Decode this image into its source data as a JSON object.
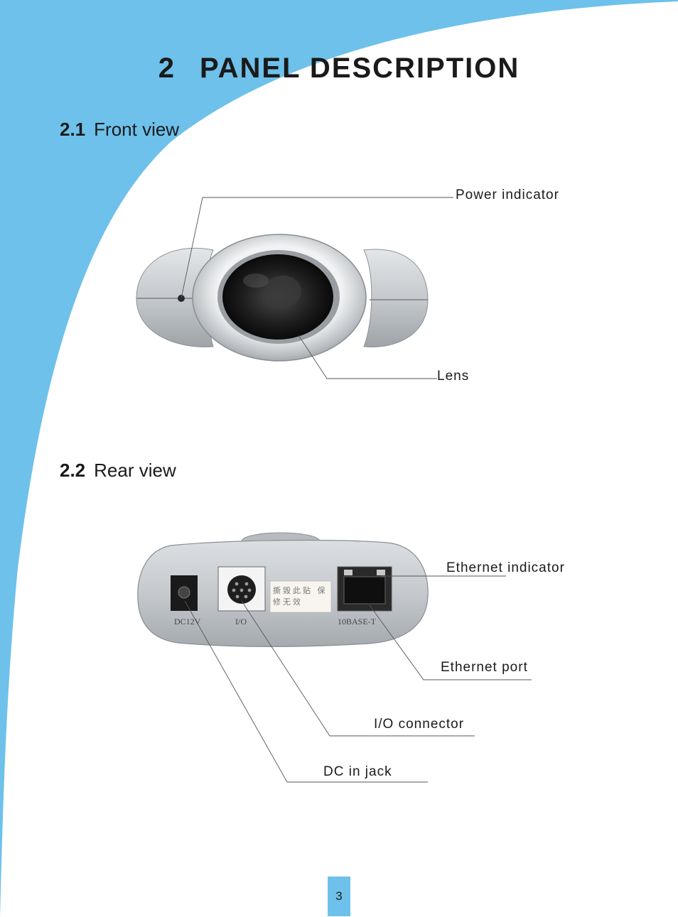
{
  "page": {
    "chapter_number": "2",
    "chapter_title": "PANEL DESCRIPTION",
    "page_number": "3"
  },
  "front_view": {
    "number": "2.1",
    "title": "Front view",
    "callouts": {
      "power_indicator": "Power indicator",
      "lens": "Lens"
    }
  },
  "rear_view": {
    "number": "2.2",
    "title": "Rear view",
    "port_labels": {
      "dc": "DC12V",
      "io": "I/O",
      "ethernet": "10BASE-T"
    },
    "sticker_text": "撕毁此贴 保修无效",
    "callouts": {
      "ethernet_indicator": "Ethernet indicator",
      "ethernet_port": "Ethernet port",
      "io_connector": "I/O connector",
      "dc_in_jack": "DC in jack"
    }
  },
  "colors": {
    "accent_blue": "#6ec1ea",
    "device_silver": "#c9ccd0",
    "text": "#1a1a1a"
  }
}
